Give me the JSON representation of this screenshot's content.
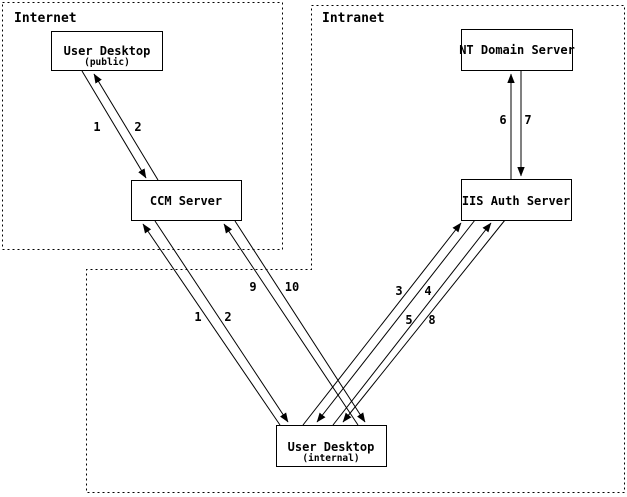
{
  "zones": {
    "internet": "Internet",
    "intranet": "Intranet"
  },
  "nodes": {
    "user_desktop_public": {
      "title": "User Desktop",
      "subtitle": "(public)"
    },
    "nt_domain_server": {
      "title": "NT Domain Server"
    },
    "ccm_server": {
      "title": "CCM Server"
    },
    "iis_auth_server": {
      "title": "IIS Auth Server"
    },
    "user_desktop_internal": {
      "title": "User Desktop",
      "subtitle": "(internal)"
    }
  },
  "flow_labels": {
    "public_desktop_ccm": [
      "1",
      "2"
    ],
    "internal_desktop_ccm": [
      "1",
      "2"
    ],
    "internal_desktop_ccm_alt": [
      "9",
      "10"
    ],
    "internal_desktop_iis_a": [
      "3",
      "4"
    ],
    "internal_desktop_iis_b": [
      "5",
      "8"
    ],
    "iis_nt_domain": [
      "6",
      "7"
    ]
  },
  "colors": {
    "line": "#000000",
    "background": "#ffffff"
  }
}
